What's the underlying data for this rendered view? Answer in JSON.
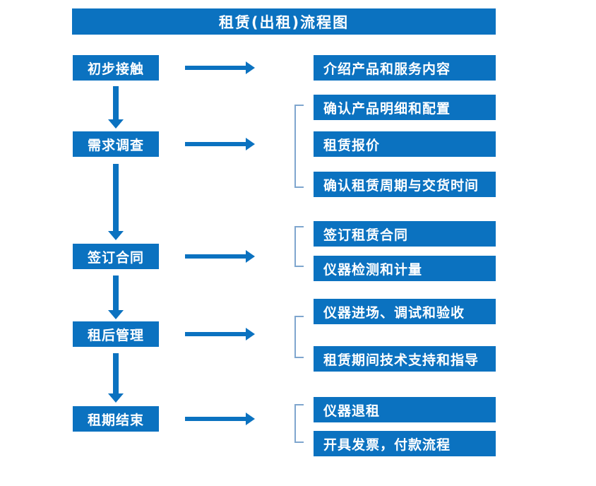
{
  "chart": {
    "title": "租赁(出租)流程图",
    "colors": {
      "primary_blue": "#0B72C0",
      "bracket_line": "#7FA6CE",
      "box_text": "#FFFFFF",
      "background": "#FFFFFF"
    }
  },
  "stages": [
    {
      "id": "stage-1",
      "label": "初步接触"
    },
    {
      "id": "stage-2",
      "label": "需求调查"
    },
    {
      "id": "stage-3",
      "label": "签订合同"
    },
    {
      "id": "stage-4",
      "label": "租后管理"
    },
    {
      "id": "stage-5",
      "label": "租期结束"
    }
  ],
  "details": [
    {
      "id": "detail-1",
      "label": "介绍产品和服务内容",
      "group": 1
    },
    {
      "id": "detail-2",
      "label": "确认产品明细和配置",
      "group": 2
    },
    {
      "id": "detail-3",
      "label": "租赁报价",
      "group": 2
    },
    {
      "id": "detail-4",
      "label": "确认租赁周期与交货时间",
      "group": 2
    },
    {
      "id": "detail-5",
      "label": "签订租赁合同",
      "group": 3
    },
    {
      "id": "detail-6",
      "label": "仪器检测和计量",
      "group": 3
    },
    {
      "id": "detail-7",
      "label": "仪器进场、调试和验收",
      "group": 4
    },
    {
      "id": "detail-8",
      "label": "租赁期间技术支持和指导",
      "group": 4
    },
    {
      "id": "detail-9",
      "label": "仪器退租",
      "group": 5
    },
    {
      "id": "detail-10",
      "label": "开具发票，付款流程",
      "group": 5
    }
  ],
  "connectors": {
    "vertical_arrow_count": 4,
    "horizontal_arrow_count": 5,
    "bracket_count": 4
  },
  "chart_data": {
    "type": "diagram",
    "title": "租赁(出租)流程图",
    "flow": [
      {
        "stage": "初步接触",
        "outputs": [
          "介绍产品和服务内容"
        ]
      },
      {
        "stage": "需求调查",
        "outputs": [
          "确认产品明细和配置",
          "租赁报价",
          "确认租赁周期与交货时间"
        ]
      },
      {
        "stage": "签订合同",
        "outputs": [
          "签订租赁合同",
          "仪器检测和计量"
        ]
      },
      {
        "stage": "租后管理",
        "outputs": [
          "仪器进场、调试和验收",
          "租赁期间技术支持和指导"
        ]
      },
      {
        "stage": "租期结束",
        "outputs": [
          "仪器退租",
          "开具发票，付款流程"
        ]
      }
    ]
  }
}
